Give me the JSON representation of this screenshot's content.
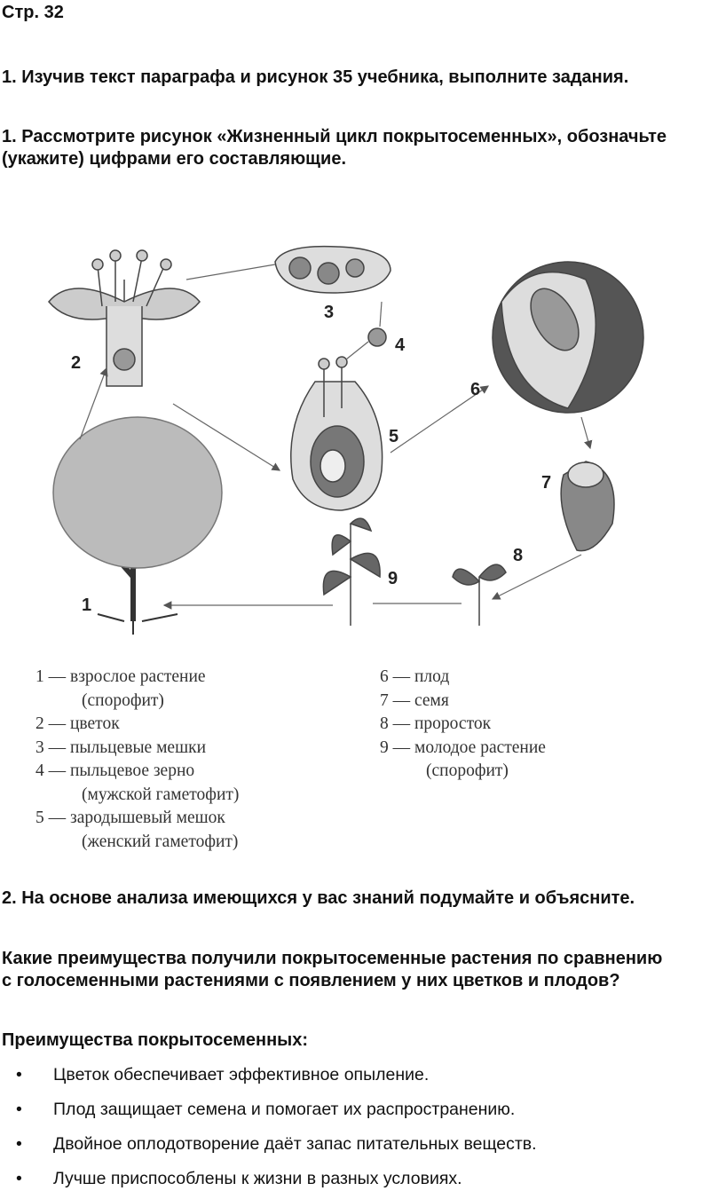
{
  "page_label": "Стр. 32",
  "task1": {
    "title": "1. Изучив текст параграфа и рисунок 35 учебника, выполните задания.",
    "subtitle": "1. Рассмотрите рисунок «Жизненный цикл покрытосеменных», обозначьте (укажите) цифрами его составляющие."
  },
  "diagram": {
    "numbers": [
      "1",
      "2",
      "3",
      "4",
      "5",
      "6",
      "7",
      "8",
      "9"
    ]
  },
  "legend": {
    "left": [
      {
        "num": "1",
        "text": "взрослое растение",
        "extra": "(спорофит)"
      },
      {
        "num": "2",
        "text": "цветок"
      },
      {
        "num": "3",
        "text": "пыльцевые мешки"
      },
      {
        "num": "4",
        "text": "пыльцевое зерно",
        "extra": "(мужской гаметофит)"
      },
      {
        "num": "5",
        "text": "зародышевый мешок",
        "extra": "(женский гаметофит)"
      }
    ],
    "right": [
      {
        "num": "6",
        "text": "плод"
      },
      {
        "num": "7",
        "text": "семя"
      },
      {
        "num": "8",
        "text": "проросток"
      },
      {
        "num": "9",
        "text": "молодое растение",
        "extra": "(спорофит)"
      }
    ]
  },
  "task2": {
    "title": "2. На основе анализа имеющихся у вас знаний подумайте и объясните.",
    "question": "Какие преимущества получили покрытосеменные растения по сравнению с голосеменными растениями с появлением у них цветков и плодов?",
    "answer_heading": "Преимущества покрытосеменных:",
    "bullets": [
      "Цветок обеспечивает эффективное опыление.",
      "Плод защищает семена и помогает их распространению.",
      "Двойное оплодотворение даёт запас питательных веществ.",
      "Лучше приспособлены к жизни в разных условиях."
    ]
  }
}
